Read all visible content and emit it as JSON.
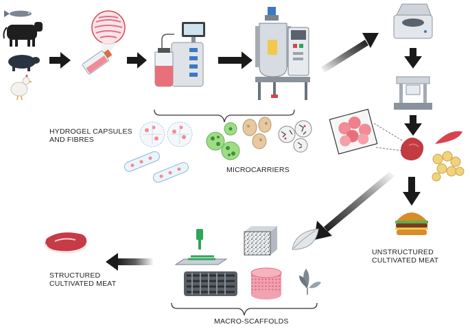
{
  "labels": {
    "hydrogel_line1": "HYDROGEL CAPSULES",
    "hydrogel_line2": "AND FIBRES",
    "microcarriers": "MICROCARRIERS",
    "unstructured_line1": "UNSTRUCTURED",
    "unstructured_line2": "CULTIVATED MEAT",
    "structured_line1": "STRUCTURED",
    "structured_line2": "CULTIVATED MEAT",
    "macro_scaffolds": "MACRO-SCAFFOLDS"
  },
  "colors": {
    "arrow": "#1a1a1a",
    "meat": "#d9434f",
    "cell_pink": "#f28b95",
    "medium": "#e8707a",
    "steel": "#c9ced6",
    "green_print": "#2ea55a",
    "bun": "#d98c2b",
    "leaf": "#d9dcdf"
  }
}
